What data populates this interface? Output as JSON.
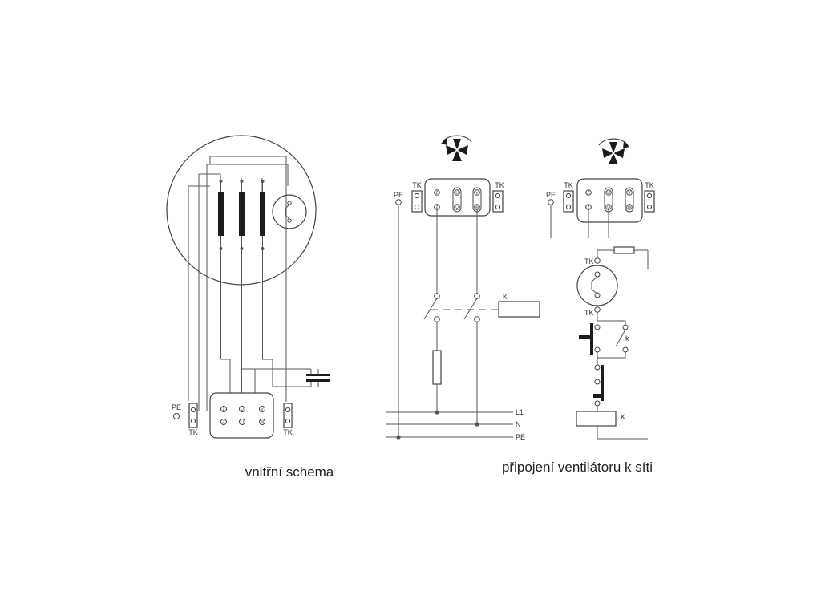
{
  "captions": {
    "left": "vnitřní schema",
    "right": "připojení ventilátoru k síti"
  },
  "labels": {
    "pe": "PE",
    "tk": "TK",
    "k_upper": "K",
    "k_lower": "k",
    "l1": "L1",
    "n": "N"
  },
  "terminal_marks": {
    "top": [
      "Z",
      "U",
      "V"
    ],
    "bottom": [
      "Z",
      "U",
      "W"
    ]
  },
  "colors": {
    "line": "#444444",
    "fill_dark": "#1c1c1c",
    "background": "#ffffff"
  },
  "icons": [
    "fan-rotation-left-icon",
    "fan-rotation-right-icon"
  ]
}
